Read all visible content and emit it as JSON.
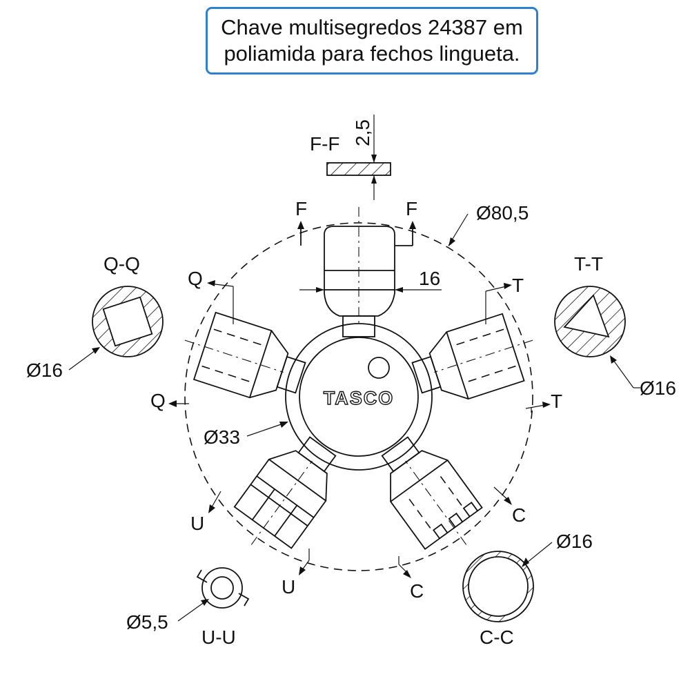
{
  "title": {
    "line1": "Chave multisegredos 24387 em",
    "line2": "poliamida para fechos lingueta."
  },
  "center": {
    "logo": "TASCO"
  },
  "dimensions": {
    "outer_diameter": "Ø80,5",
    "hub_diameter": "Ø33",
    "tip_width": "16",
    "thickness": "2,5"
  },
  "sections": {
    "ff": {
      "label": "F-F",
      "marker": "F"
    },
    "qq": {
      "label": "Q-Q",
      "marker": "Q",
      "diameter": "Ø16"
    },
    "tt": {
      "label": "T-T",
      "marker": "T",
      "diameter": "Ø16"
    },
    "uu": {
      "label": "U-U",
      "marker": "U",
      "diameter": "Ø5,5"
    },
    "cc": {
      "label": "C-C",
      "marker": "C",
      "diameter": "Ø16"
    }
  },
  "colors": {
    "title_border": "#2f7fd0",
    "ink": "#111111"
  }
}
